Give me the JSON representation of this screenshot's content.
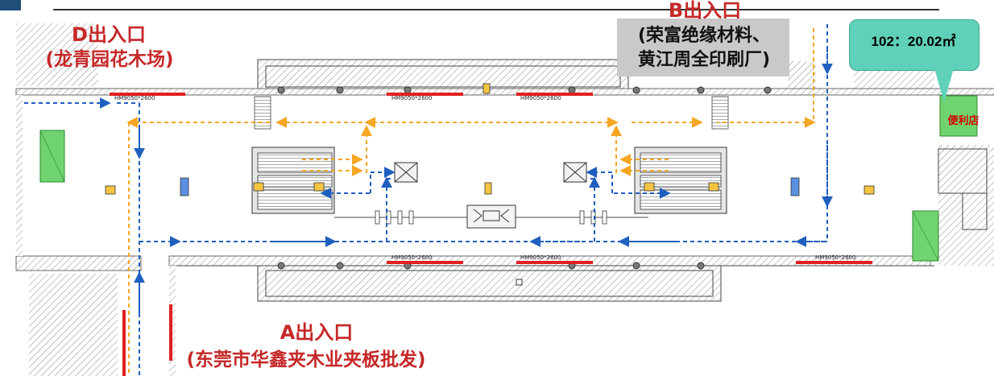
{
  "exits": {
    "d": {
      "name": "D出入口",
      "place": "(龙青园花木场)"
    },
    "b": {
      "name": "B出入口",
      "place_line1": "(荣富绝缘材料、",
      "place_line2": "黄江周全印刷厂)"
    },
    "a": {
      "name": "A出入口",
      "place": "(东莞市华鑫夹木业夹板批发)"
    }
  },
  "callout": {
    "text": "102：20.02㎡"
  },
  "store": {
    "label": "便利店"
  },
  "door_tag": "HM9050*2600",
  "colors": {
    "exit_label": "#c62828",
    "arrow_blue": "#1f5fbf",
    "arrow_orange": "#f5a623",
    "door_red": "#e02020",
    "shop_green": "#6fd36f",
    "callout_fill": "#5fd1b8",
    "header_block": "#1f4e79"
  }
}
